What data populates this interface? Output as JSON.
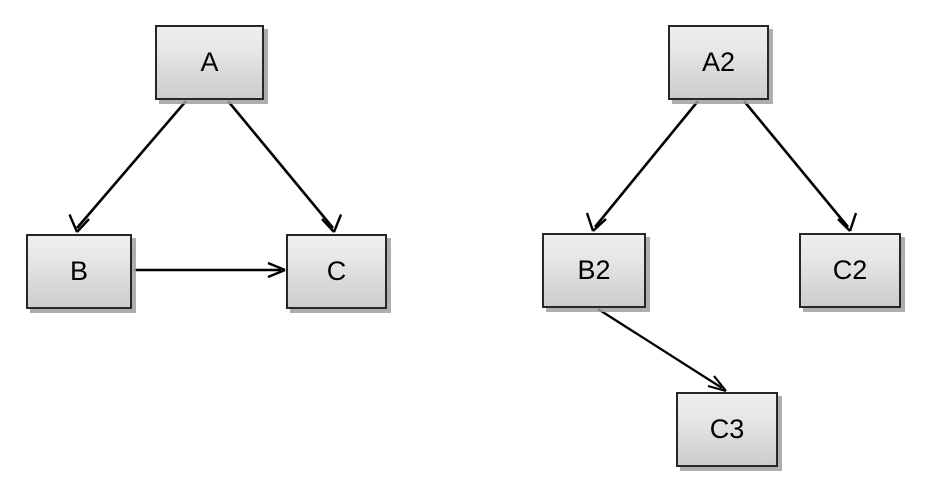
{
  "diagram": {
    "type": "flowchart",
    "background_color": "#ffffff",
    "node_fill_top": "#efefef",
    "node_fill_bottom": "#cdcdcd",
    "node_border_color": "#262626",
    "edge_color": "#000000",
    "shadow_color": "#a0a0a0",
    "graphs": [
      {
        "id": "graph-1",
        "nodes": [
          {
            "id": "A",
            "label": "A"
          },
          {
            "id": "B",
            "label": "B"
          },
          {
            "id": "C",
            "label": "C"
          }
        ],
        "edges": [
          {
            "from": "A",
            "to": "B",
            "arrowhead": "open"
          },
          {
            "from": "A",
            "to": "C",
            "arrowhead": "open"
          },
          {
            "from": "B",
            "to": "C",
            "arrowhead": "open"
          }
        ]
      },
      {
        "id": "graph-2",
        "nodes": [
          {
            "id": "A2",
            "label": "A2"
          },
          {
            "id": "B2",
            "label": "B2"
          },
          {
            "id": "C2",
            "label": "C2"
          },
          {
            "id": "C3",
            "label": "C3"
          }
        ],
        "edges": [
          {
            "from": "A2",
            "to": "B2",
            "arrowhead": "open"
          },
          {
            "from": "A2",
            "to": "C2",
            "arrowhead": "open"
          },
          {
            "from": "B2",
            "to": "C3",
            "arrowhead": "open"
          }
        ]
      }
    ]
  }
}
